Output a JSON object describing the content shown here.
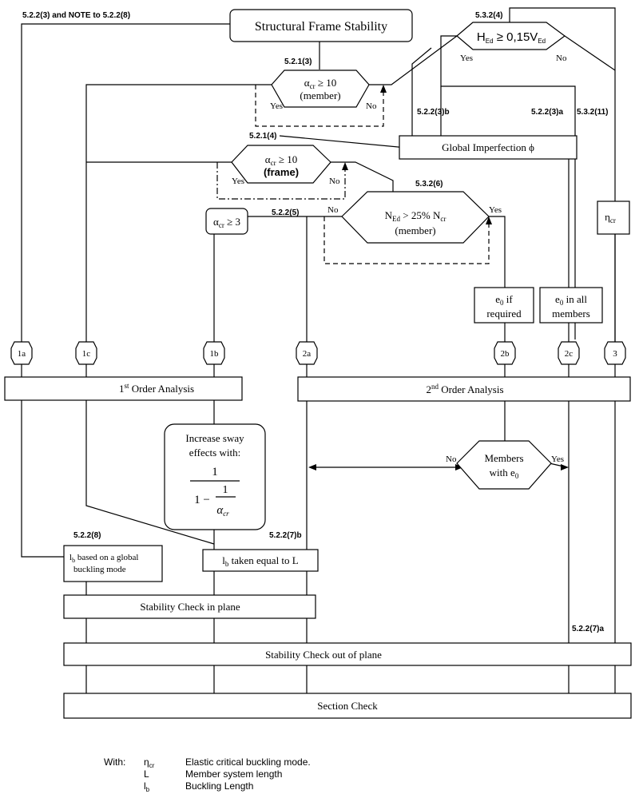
{
  "title": "Structural Frame Stability",
  "refs": {
    "top_left": "5.2.2(3) and NOTE to 5.2.2(8)",
    "r521_3": "5.2.1(3)",
    "r521_4": "5.2.1(4)",
    "r532_4": "5.3.2(4)",
    "r522_3b": "5.2.2(3)b",
    "r522_3a": "5.2.2(3)a",
    "r532_11": "5.3.2(11)",
    "r532_6": "5.3.2(6)",
    "r522_5": "5.2.2(5)",
    "r522_8": "5.2.2(8)",
    "r522_7b": "5.2.2(7)b",
    "r522_7a": "5.2.2(7)a"
  },
  "decisions": {
    "member": {
      "line1": "α",
      "sub": "cr",
      "rest": " ≥ 10",
      "line2": "(member)",
      "yes": "Yes",
      "no": "No"
    },
    "frame": {
      "line1": "α",
      "sub": "cr",
      "rest": " ≥ 10",
      "line2": "(frame)",
      "yes": "Yes",
      "no": "No"
    },
    "hed": {
      "a": "H",
      "asub": "Ed",
      "b": " ≥ 0,15V",
      "bsub": "Ed",
      "yes": "Yes",
      "no": "No"
    },
    "ned": {
      "a": "N",
      "asub": "Ed",
      "b": " > 25% N",
      "bsub": "cr",
      "line2": "(member)",
      "yes": "Yes",
      "no": "No"
    },
    "members_e0": {
      "line1": "Members",
      "line2": "with e",
      "sub": "0",
      "yes": "Yes",
      "no": "No"
    }
  },
  "boxes": {
    "global_imperfection": "Global Imperfection ϕ",
    "acr3": {
      "a": "α",
      "sub": "cr",
      "b": " ≥ 3"
    },
    "eta": {
      "a": "η",
      "sub": "cr"
    },
    "e0_if": {
      "a": "e",
      "sub": "0",
      "b": " if",
      "line2": "required"
    },
    "e0_all": {
      "a": "e",
      "sub": "0",
      "b": " in all",
      "line2": "members"
    },
    "first_order": {
      "a": "1",
      "sup": "st",
      "b": " Order Analysis"
    },
    "second_order": {
      "a": "2",
      "sup": "nd",
      "b": " Order Analysis"
    },
    "increase": {
      "line1": "Increase sway",
      "line2": "effects with:",
      "num": "1",
      "den_a": "1 −",
      "den_num": "1",
      "den_alpha": "α",
      "den_sub": "cr"
    },
    "lb_global": {
      "a": "l",
      "sub": "b",
      "b": " based on a global",
      "line2": "buckling mode"
    },
    "lb_equal": {
      "a": "l",
      "sub": "b",
      "b": " taken equal to L"
    },
    "stab_in": "Stability Check in plane",
    "stab_out": "Stability Check out of plane",
    "section": "Section Check"
  },
  "nodes": [
    "1a",
    "1c",
    "1b",
    "2a",
    "2b",
    "2c",
    "3"
  ],
  "legend": {
    "with": "With:",
    "items": [
      {
        "sym": "η",
        "sub": "cr",
        "desc": "Elastic critical buckling mode."
      },
      {
        "sym": "L",
        "sub": "",
        "desc": "Member system length"
      },
      {
        "sym": "l",
        "sub": "b",
        "desc": "Buckling Length"
      }
    ]
  }
}
